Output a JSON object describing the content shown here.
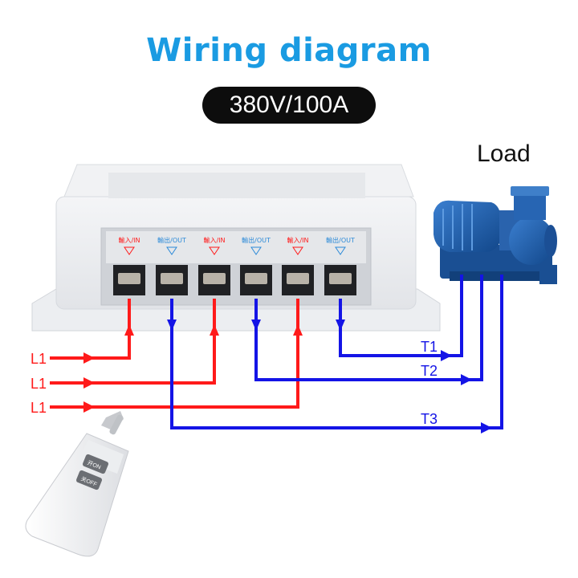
{
  "title": "Wiring diagram",
  "spec": "380V/100A",
  "load_label": "Load",
  "terminals": [
    {
      "label": "輸入/IN",
      "kind": "in"
    },
    {
      "label": "輸出/OUT",
      "kind": "out"
    },
    {
      "label": "輸入/IN",
      "kind": "in"
    },
    {
      "label": "輸出/OUT",
      "kind": "out"
    },
    {
      "label": "輸入/IN",
      "kind": "in"
    },
    {
      "label": "輸出/OUT",
      "kind": "out"
    }
  ],
  "inputs": [
    "L1",
    "L1",
    "L1"
  ],
  "outputs": [
    "T1",
    "T2",
    "T3"
  ],
  "remote": {
    "button_on": "开ON",
    "button_off": "关OFF"
  },
  "colors": {
    "title": "#1a9be2",
    "input_wire": "#ff1a1a",
    "output_wire": "#1414e6",
    "pump": "#1f5fa8"
  }
}
